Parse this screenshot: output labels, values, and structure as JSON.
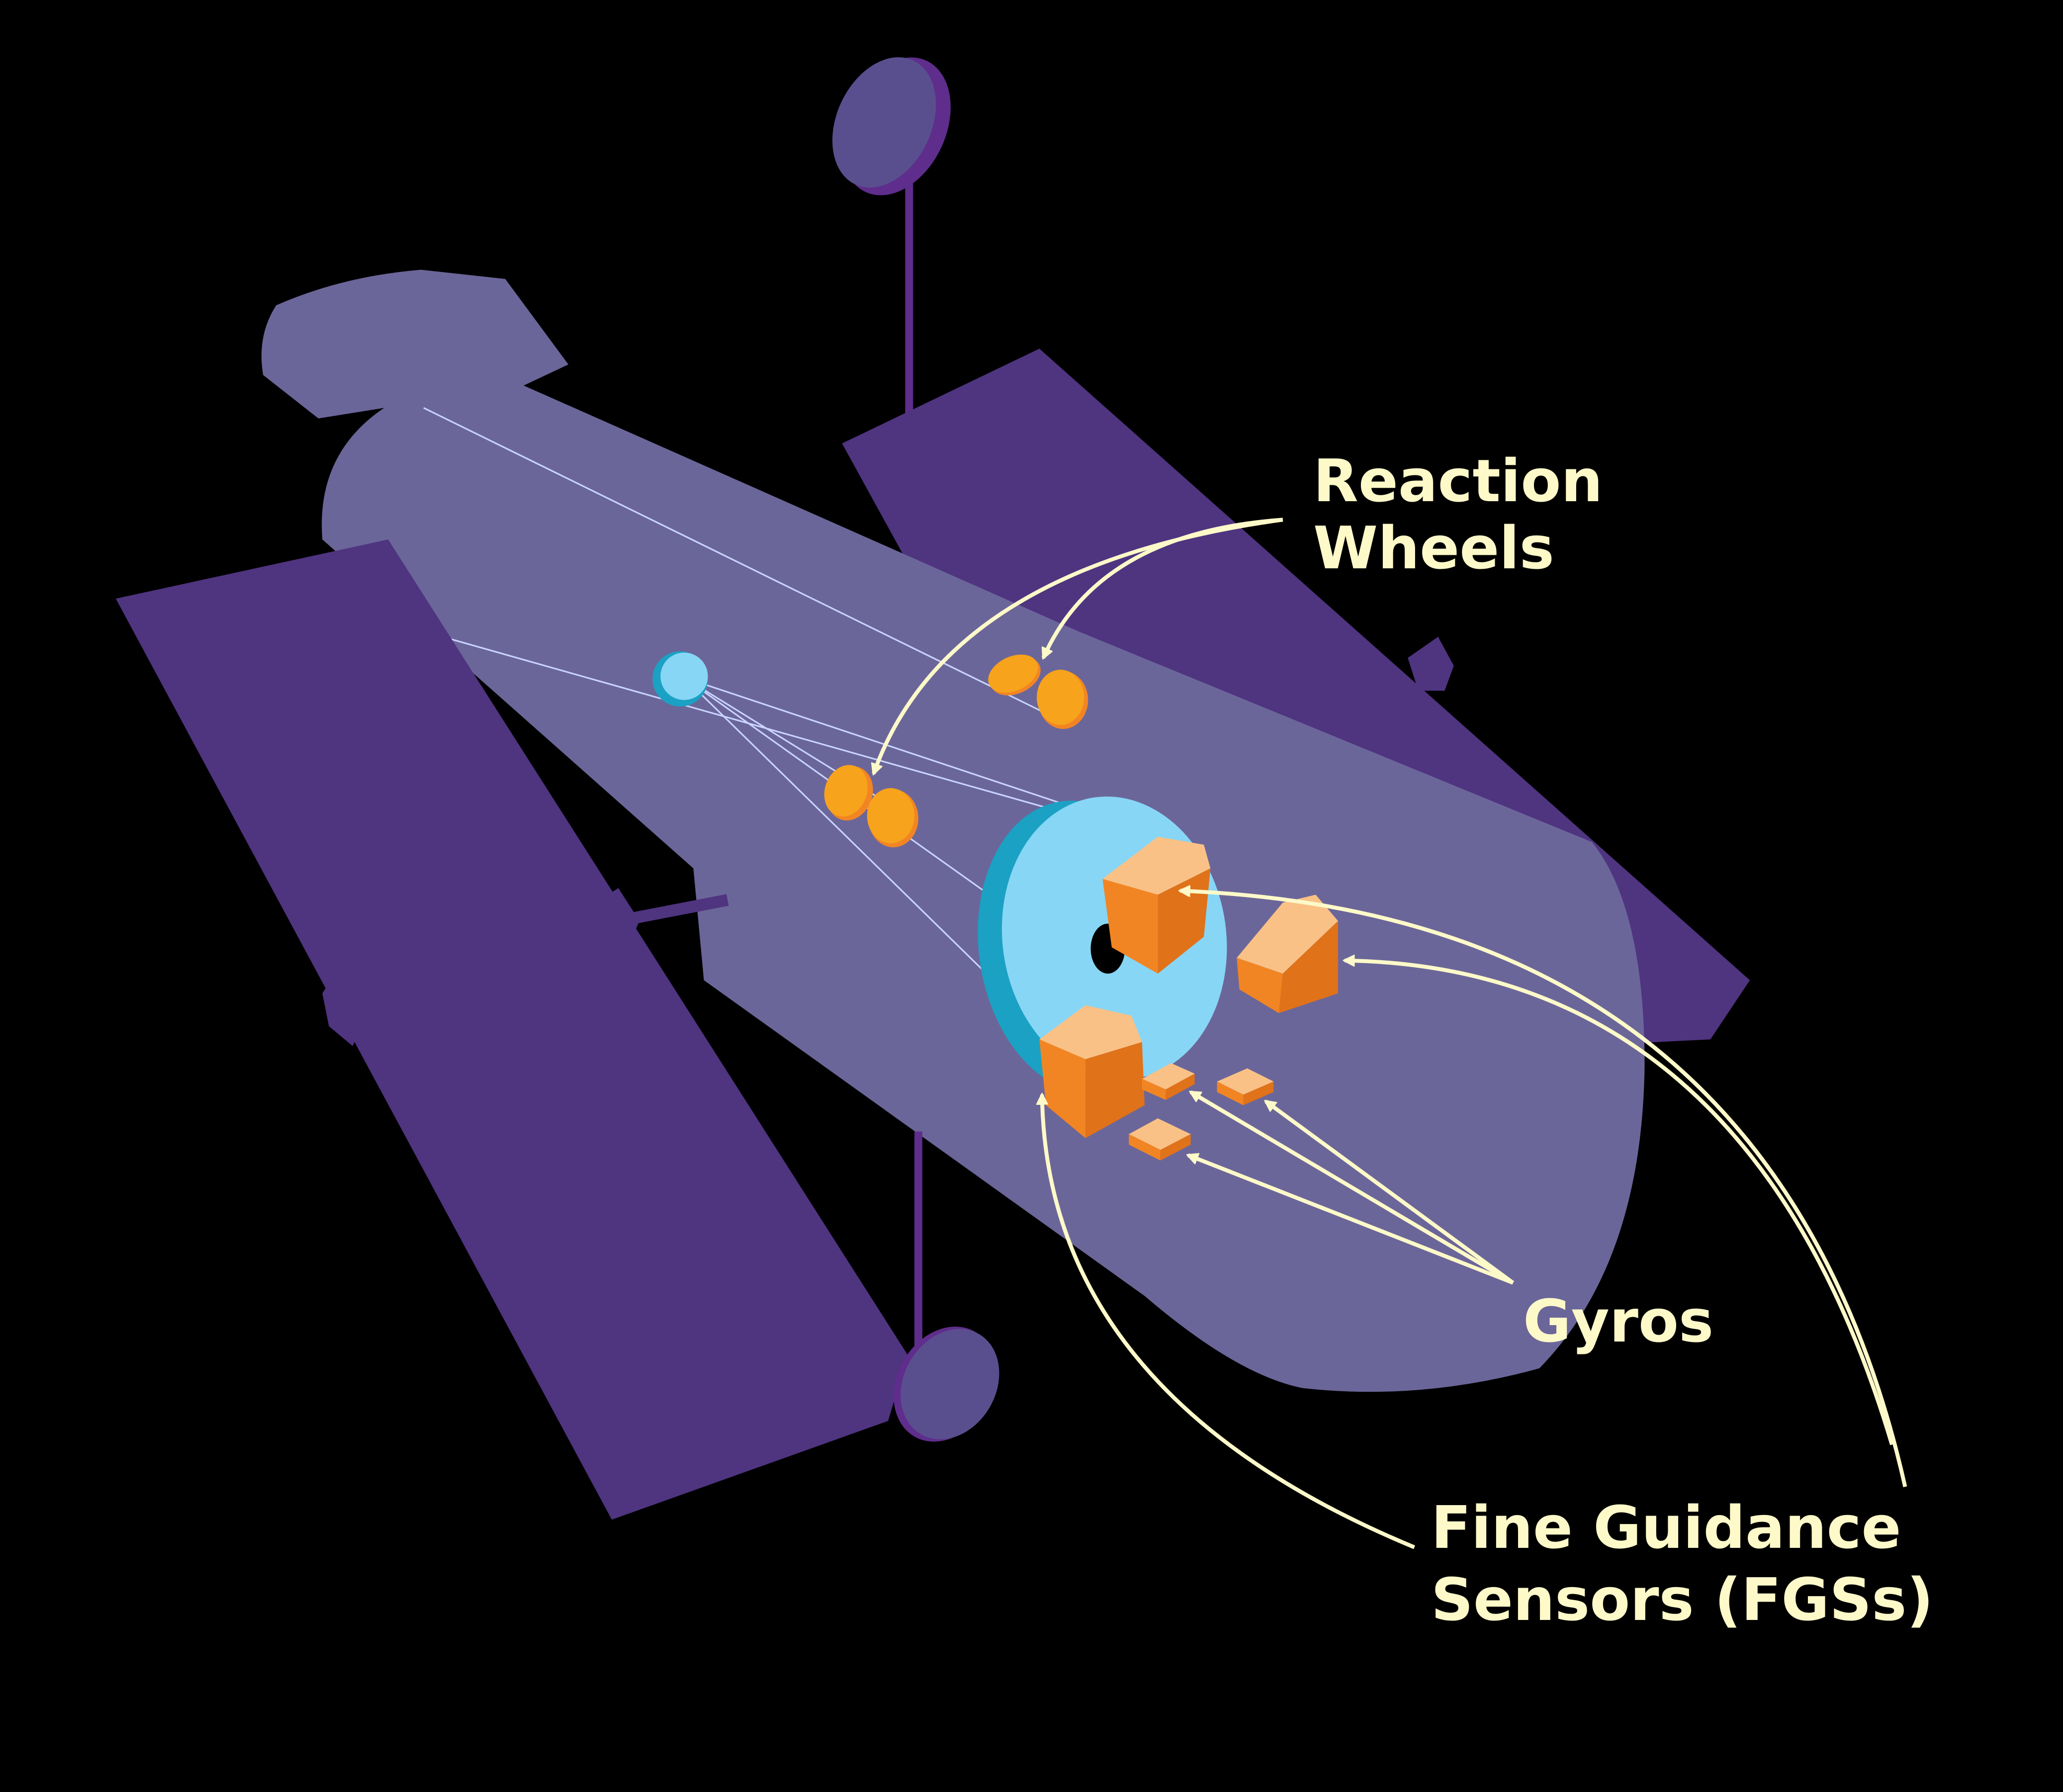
{
  "colors": {
    "background": "#000000",
    "tube_body": "#6b6699",
    "solar_panel": "#4f3480",
    "antenna_dish": "#5a4f8e",
    "antenna_rim": "#5f2d8c",
    "mirror_face": "#87d6f5",
    "mirror_edge": "#1ba1c4",
    "component_orange": "#f28523",
    "component_light": "#f9c186",
    "reaction_wheel": "#f7a31c",
    "label_text": "#fdf9c9",
    "light_path": "#c9d4ff"
  },
  "labels": {
    "reaction_wheels": [
      "Reaction",
      "Wheels"
    ],
    "gyros": [
      "Gyros"
    ],
    "fgs": [
      "Fine Guidance",
      "Sensors (FGSs)"
    ]
  }
}
